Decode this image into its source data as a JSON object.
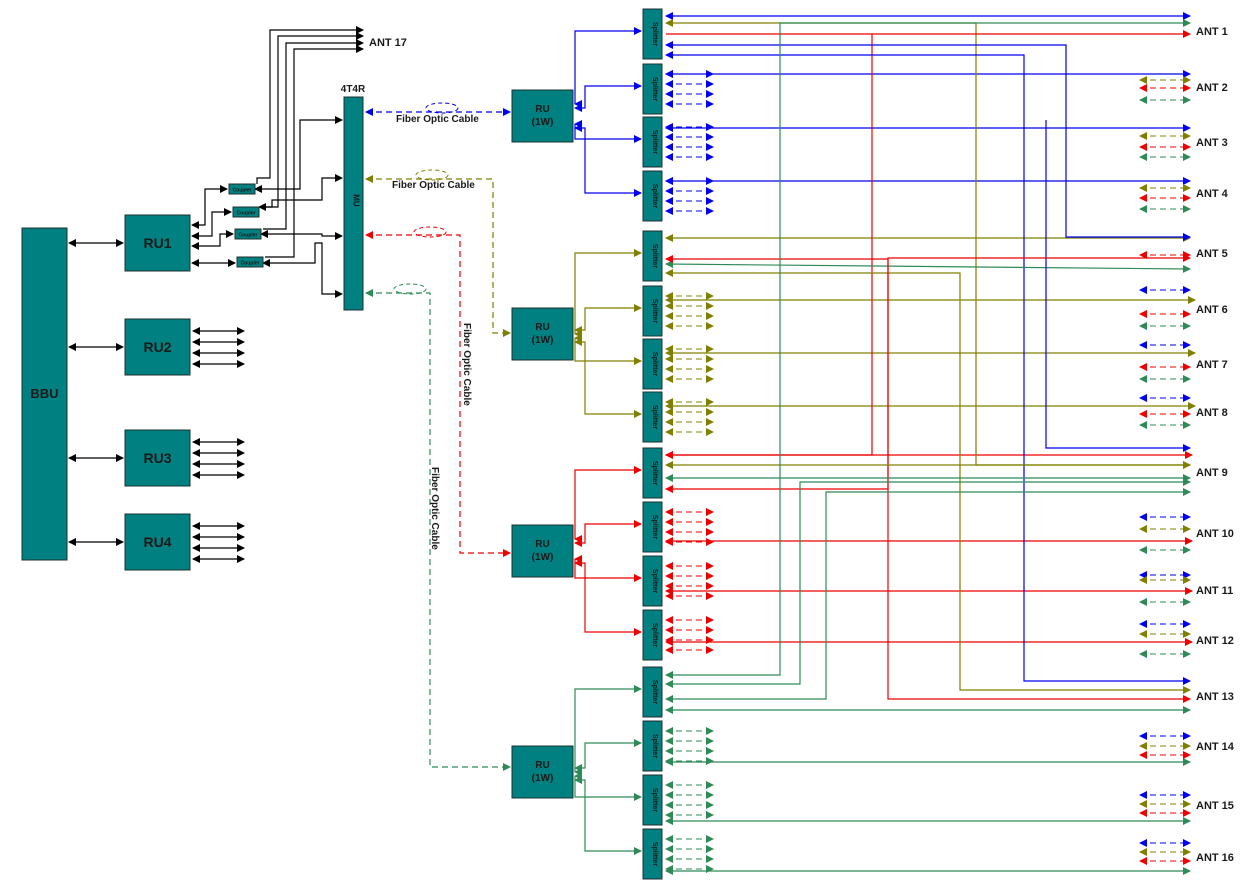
{
  "bbu": {
    "label": "BBU"
  },
  "ru_main": [
    "RU1",
    "RU2",
    "RU3",
    "RU4"
  ],
  "coupler_label": "Coupler",
  "ant17": "ANT 17",
  "mu": {
    "label": "MU",
    "title": "4T4R"
  },
  "fiber_label": "Fiber Optic Cable",
  "remote_ru": {
    "line1": "RU",
    "line2": "(1W)"
  },
  "splitter_label": "Splitter",
  "antennas": [
    "ANT 1",
    "ANT 2",
    "ANT 3",
    "ANT 4",
    "ANT 5",
    "ANT 6",
    "ANT 7",
    "ANT 8",
    "ANT 9",
    "ANT 10",
    "ANT 11",
    "ANT 12",
    "ANT 13",
    "ANT 14",
    "ANT 15",
    "ANT 16"
  ],
  "colors": {
    "blue": "#0000ee",
    "olive": "#808000",
    "red": "#ee0000",
    "green": "#2e8b57",
    "black": "#000000",
    "block": "#008080"
  }
}
